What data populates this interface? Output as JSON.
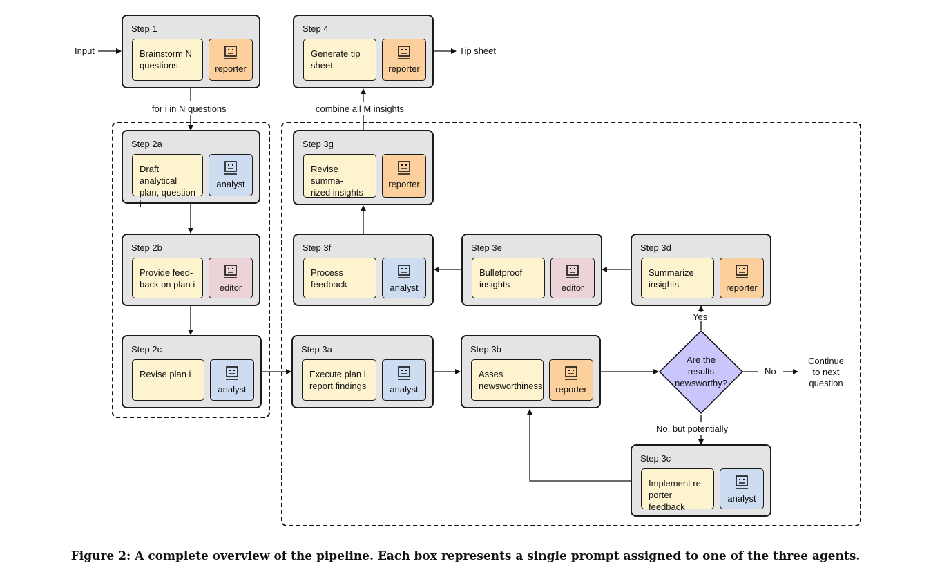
{
  "io": {
    "input": "Input",
    "output": "Tip sheet",
    "loop_label": "for i in N questions",
    "combine_label": "combine all M insights",
    "continue_label": "Continue\nto next\nquestion"
  },
  "agents": {
    "reporter": "reporter",
    "analyst": "analyst",
    "editor": "editor"
  },
  "colors": {
    "reporter": "#fbd09d",
    "analyst": "#cddcf0",
    "editor": "#ecd3d8",
    "task": "#fdf3cf",
    "box": "#e4e4e4",
    "decision": "#c9c6fb"
  },
  "steps": {
    "s1": {
      "title": "Step 1",
      "task": "Brainstorm N\nquestions",
      "agent": "reporter"
    },
    "s4": {
      "title": "Step 4",
      "task": "Generate tip\nsheet",
      "agent": "reporter"
    },
    "s2a": {
      "title": "Step 2a",
      "task": "Draft analytical\nplan, question i",
      "agent": "analyst"
    },
    "s2b": {
      "title": "Step 2b",
      "task": "Provide feed-\nback on plan i",
      "agent": "editor"
    },
    "s2c": {
      "title": "Step 2c",
      "task": "Revise plan i",
      "agent": "analyst"
    },
    "s3g": {
      "title": "Step 3g",
      "task": "Revise summa-\nrized insights",
      "agent": "reporter"
    },
    "s3f": {
      "title": "Step 3f",
      "task": "Process\nfeedback",
      "agent": "analyst"
    },
    "s3e": {
      "title": "Step 3e",
      "task": "Bulletproof\ninsights",
      "agent": "editor"
    },
    "s3d": {
      "title": "Step 3d",
      "task": "Summarize\ninsights",
      "agent": "reporter"
    },
    "s3a": {
      "title": "Step 3a",
      "task": "Execute plan i,\nreport findings",
      "agent": "analyst"
    },
    "s3b": {
      "title": "Step 3b",
      "task": "Asses\nnewsworthiness",
      "agent": "reporter"
    },
    "s3c": {
      "title": "Step 3c",
      "task": "Implement re-\nporter feedback",
      "agent": "analyst"
    }
  },
  "decision": {
    "question": "Are the\nresults\nnewsworthy?",
    "yes": "Yes",
    "no": "No",
    "maybe": "No, but potentially"
  },
  "caption": "Figure 2: A complete overview of the pipeline. Each box represents a single prompt assigned to one of the three agents."
}
